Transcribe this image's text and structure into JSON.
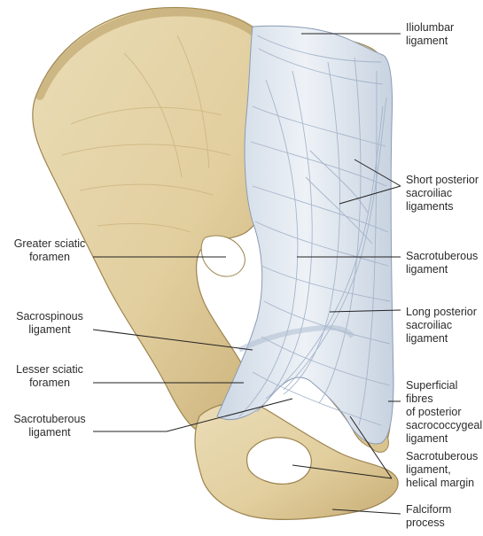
{
  "labels": {
    "iliolumbar": "Iliolumbar\nligament",
    "short_posterior": "Short posterior\nsacroiliac\nligaments",
    "sacrotuberous_right": "Sacrotuberous\nligament",
    "long_posterior": "Long posterior\nsacroiliac\nligament",
    "superficial_fibres": "Superficial fibres\nof posterior\nsacrococcygeal\nligament",
    "helical_margin": "Sacrotuberous\nligament,\nhelical margin",
    "falciform": "Falciform\nprocess",
    "greater_sciatic": "Greater sciatic\nforamen",
    "sacrospinous": "Sacrospinous\nligament",
    "lesser_sciatic": "Lesser sciatic\nforamen",
    "sacrotuberous_left": "Sacrotuberous\nligament"
  },
  "colors": {
    "bone": "#e6d6ae",
    "bone_shadow": "#c9b07a",
    "bone_dark": "#a98d55",
    "ligament": "#dfe6ef",
    "ligament_line": "#9fb0c6",
    "leader": "#222222"
  }
}
